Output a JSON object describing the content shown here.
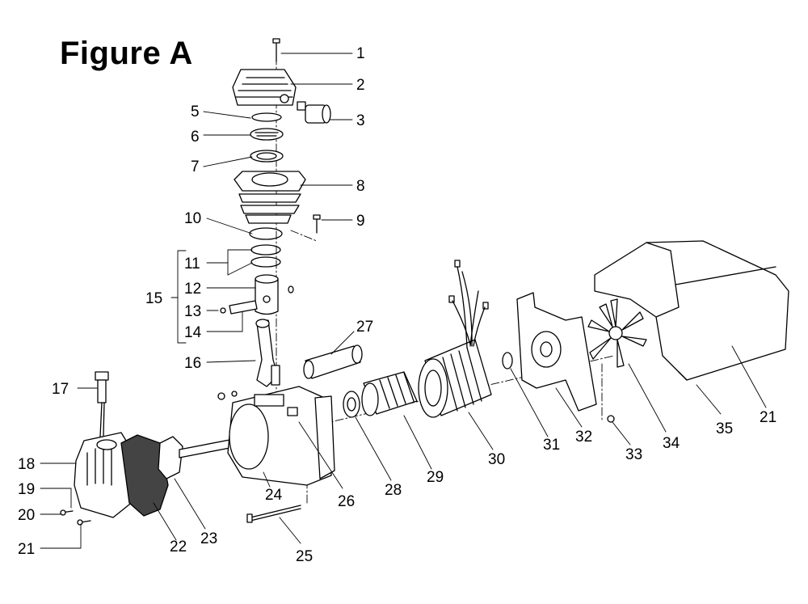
{
  "title": "Figure A",
  "labels": [
    "1",
    "2",
    "3",
    "5",
    "6",
    "7",
    "8",
    "9",
    "10",
    "11",
    "12",
    "13",
    "14",
    "15",
    "16",
    "17",
    "18",
    "19",
    "20",
    "21",
    "22",
    "23",
    "24",
    "25",
    "26",
    "27",
    "28",
    "29",
    "30",
    "31",
    "32",
    "33",
    "34",
    "35",
    "21"
  ]
}
